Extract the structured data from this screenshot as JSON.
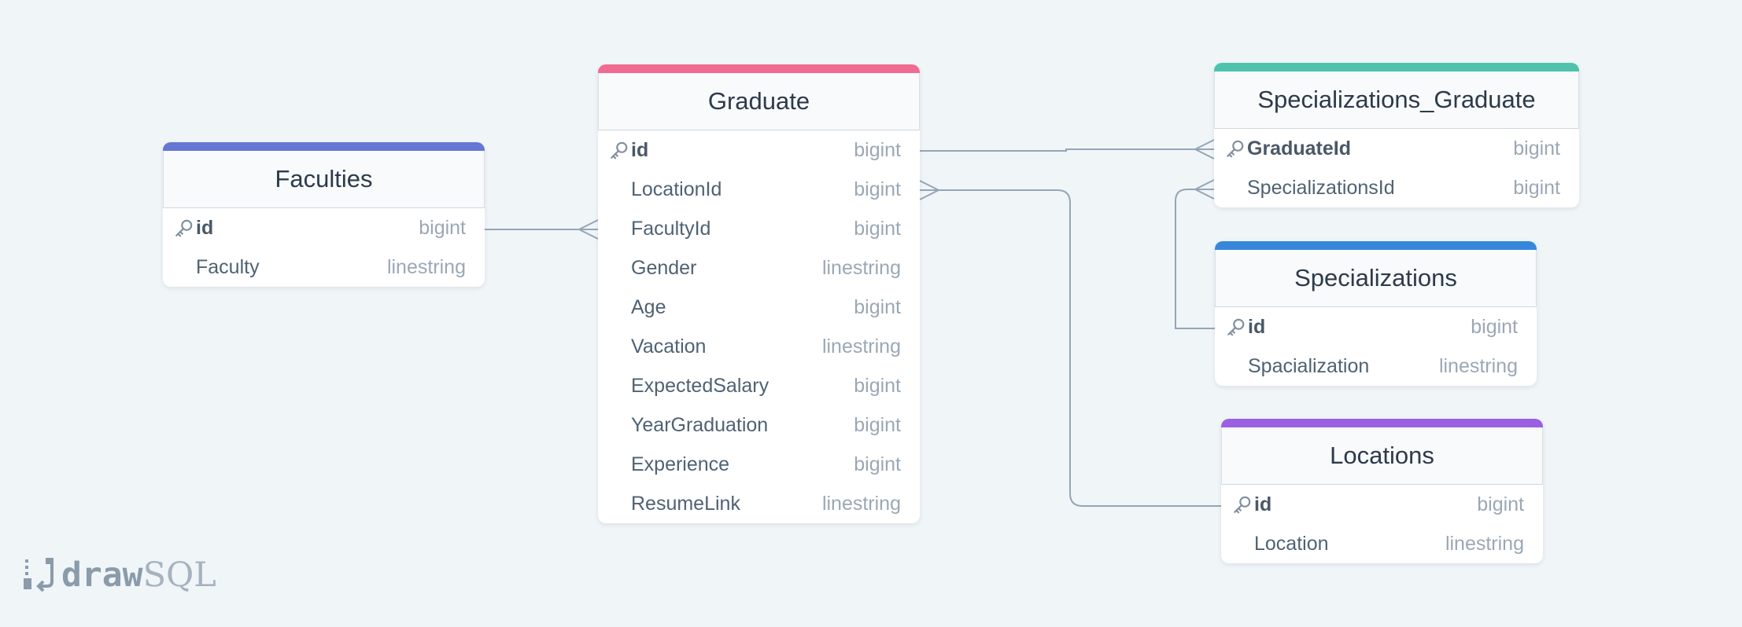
{
  "diagram": {
    "tables": [
      {
        "id": "faculties",
        "name": "Faculties",
        "color": "#6676d4",
        "columns": [
          {
            "name": "id",
            "type": "bigint",
            "pk": true
          },
          {
            "name": "Faculty",
            "type": "linestring",
            "pk": false
          }
        ]
      },
      {
        "id": "graduate",
        "name": "Graduate",
        "color": "#f06a92",
        "columns": [
          {
            "name": "id",
            "type": "bigint",
            "pk": true
          },
          {
            "name": "LocationId",
            "type": "bigint",
            "pk": false
          },
          {
            "name": "FacultyId",
            "type": "bigint",
            "pk": false
          },
          {
            "name": "Gender",
            "type": "linestring",
            "pk": false
          },
          {
            "name": "Age",
            "type": "bigint",
            "pk": false
          },
          {
            "name": "Vacation",
            "type": "linestring",
            "pk": false
          },
          {
            "name": "ExpectedSalary",
            "type": "bigint",
            "pk": false
          },
          {
            "name": "YearGraduation",
            "type": "bigint",
            "pk": false
          },
          {
            "name": "Experience",
            "type": "bigint",
            "pk": false
          },
          {
            "name": "ResumeLink",
            "type": "linestring",
            "pk": false
          }
        ]
      },
      {
        "id": "specializations-graduate",
        "name": "Specializations_Graduate",
        "color": "#4ec2ad",
        "columns": [
          {
            "name": "GraduateId",
            "type": "bigint",
            "pk": true
          },
          {
            "name": "SpecializationsId",
            "type": "bigint",
            "pk": false
          }
        ]
      },
      {
        "id": "specializations",
        "name": "Specializations",
        "color": "#3687dc",
        "columns": [
          {
            "name": "id",
            "type": "bigint",
            "pk": true
          },
          {
            "name": "Spacialization",
            "type": "linestring",
            "pk": false
          }
        ]
      },
      {
        "id": "locations",
        "name": "Locations",
        "color": "#9a60e1",
        "columns": [
          {
            "name": "id",
            "type": "bigint",
            "pk": true
          },
          {
            "name": "Location",
            "type": "linestring",
            "pk": false
          }
        ]
      }
    ],
    "relations": [
      {
        "from": "faculties.id",
        "to": "graduate.FacultyId",
        "cardinality": "one-to-many"
      },
      {
        "from": "graduate.id",
        "to": "specializations-graduate.GraduateId",
        "cardinality": "one-to-many"
      },
      {
        "from": "specializations.id",
        "to": "specializations-graduate.SpecializationsId",
        "cardinality": "one-to-many"
      },
      {
        "from": "locations.id",
        "to": "graduate.LocationId",
        "cardinality": "one-to-many"
      }
    ]
  },
  "logo": {
    "draw": "draw",
    "sql": "SQL"
  },
  "colors": {
    "background": "#f0f5f8",
    "line": "#94a6b6",
    "key_icon": "#7f8f9f"
  }
}
